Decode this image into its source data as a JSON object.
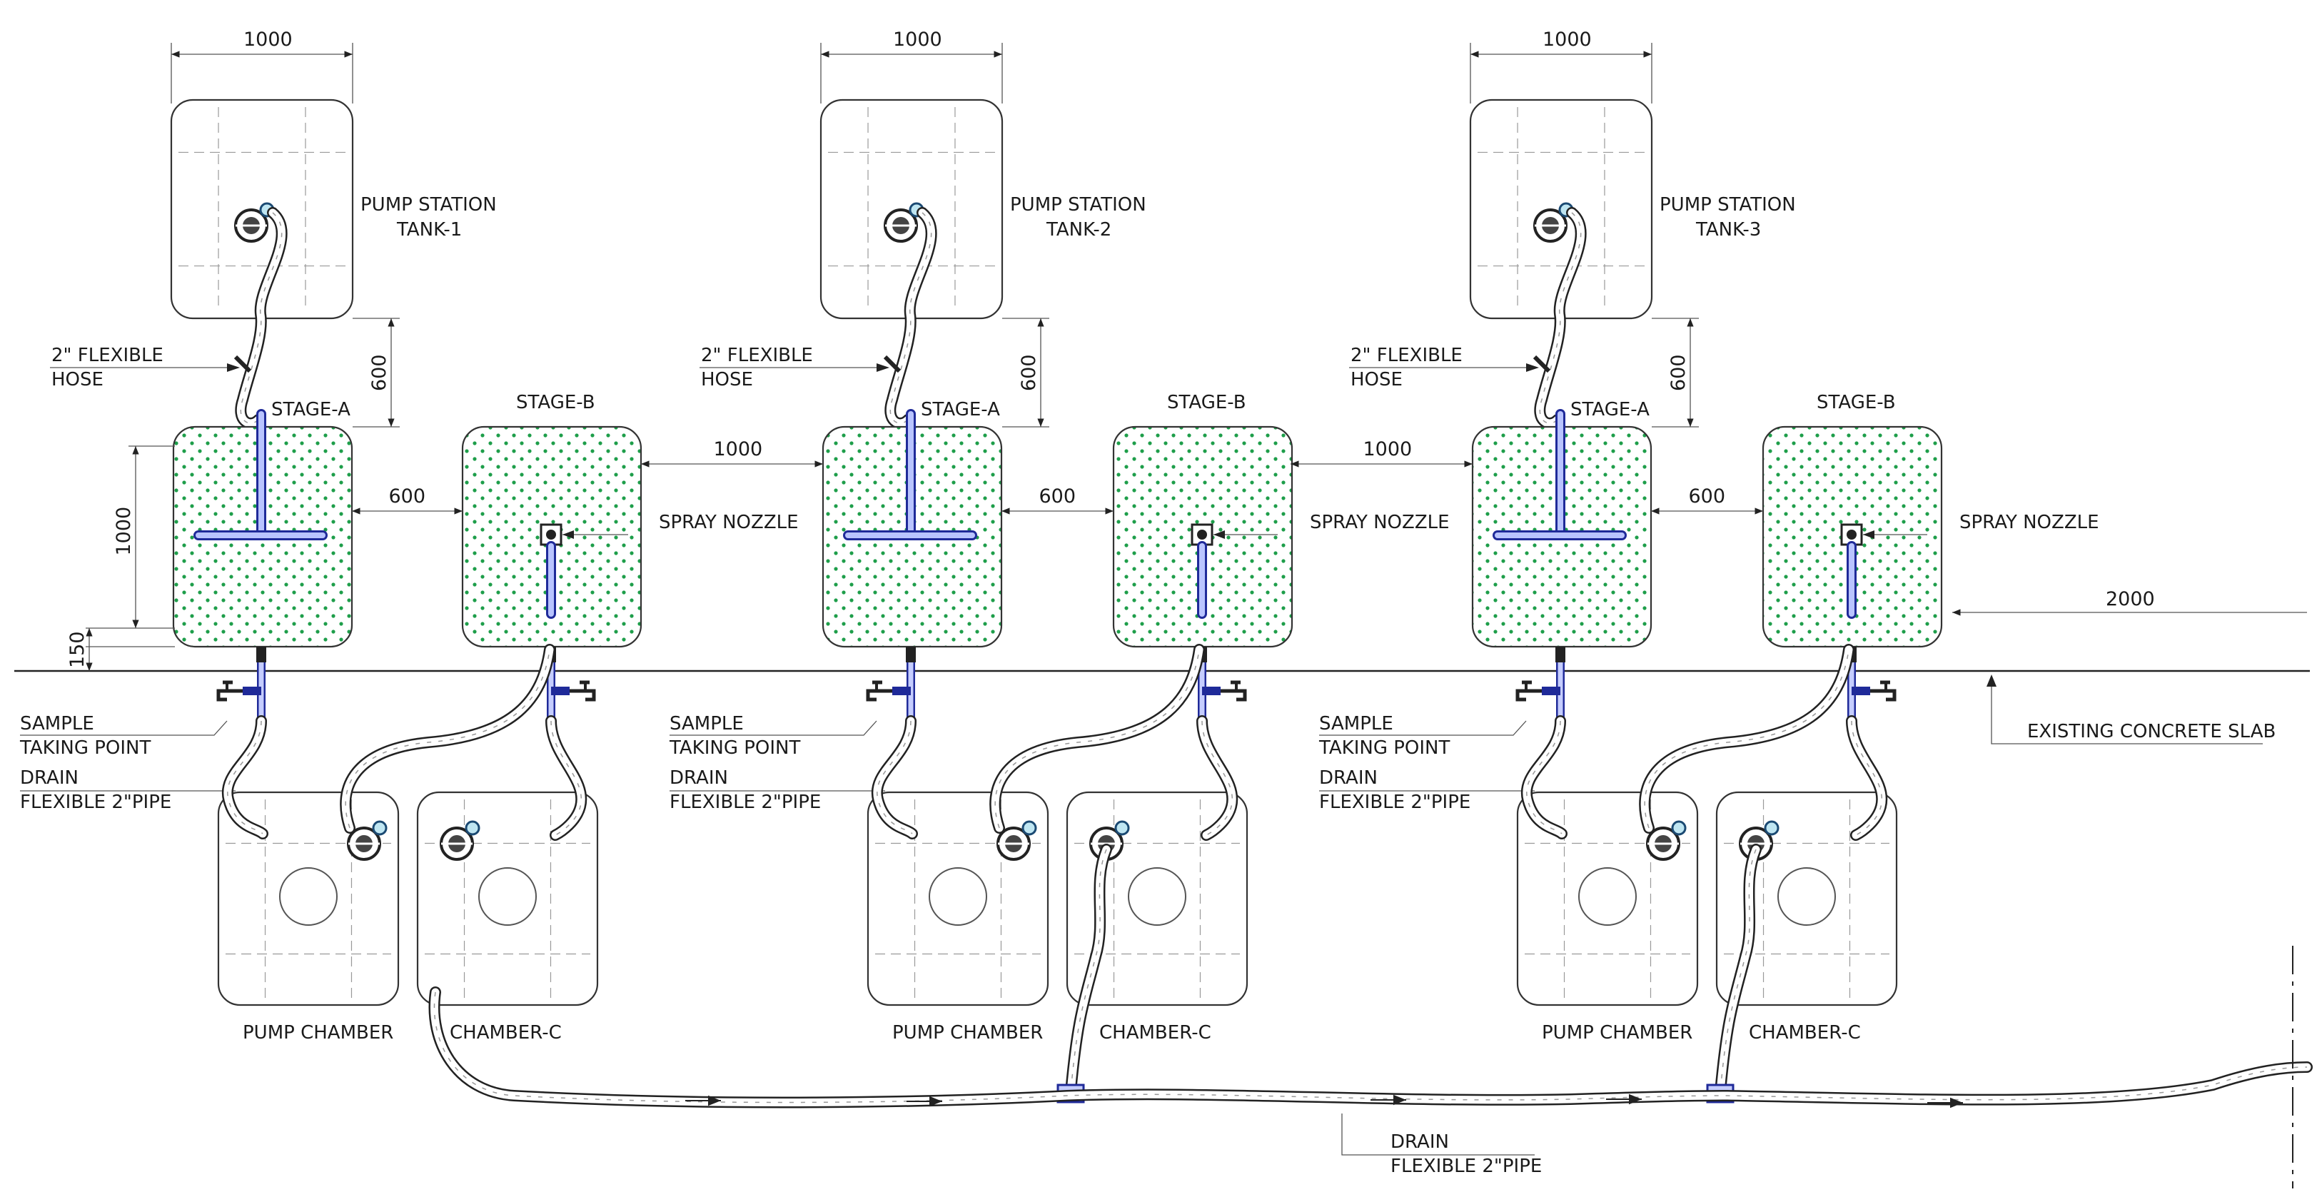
{
  "modules": [
    {
      "dim_width": "1000",
      "pump_station_label": [
        "PUMP STATION",
        "TANK-1"
      ],
      "hose_label": [
        "2\" FLEXIBLE",
        "HOSE"
      ],
      "dim_gap_vertical": "600",
      "stage_a_label": "STAGE-A",
      "stage_b_label": "STAGE-B",
      "dim_stage_gap": "600",
      "dim_stage_height": "1000",
      "dim_base_offset": "150",
      "spray_label": "SPRAY NOZZLE",
      "sample_label": [
        "SAMPLE",
        "TAKING POINT"
      ],
      "drain_label": [
        "DRAIN",
        "FLEXIBLE 2\"PIPE"
      ],
      "pump_chamber_label": "PUMP CHAMBER",
      "chamber_c_label": "CHAMBER-C"
    },
    {
      "dim_width": "1000",
      "pump_station_label": [
        "PUMP STATION",
        "TANK-2"
      ],
      "hose_label": [
        "2\" FLEXIBLE",
        "HOSE"
      ],
      "dim_gap_vertical": "600",
      "stage_a_label": "STAGE-A",
      "stage_b_label": "STAGE-B",
      "dim_stage_gap": "600",
      "dim_between_modules": "1000",
      "spray_label": "SPRAY NOZZLE",
      "sample_label": [
        "SAMPLE",
        "TAKING POINT"
      ],
      "drain_label": [
        "DRAIN",
        "FLEXIBLE 2\"PIPE"
      ],
      "pump_chamber_label": "PUMP CHAMBER",
      "chamber_c_label": "CHAMBER-C"
    },
    {
      "dim_width": "1000",
      "pump_station_label": [
        "PUMP STATION",
        "TANK-3"
      ],
      "hose_label": [
        "2\" FLEXIBLE",
        "HOSE"
      ],
      "dim_gap_vertical": "600",
      "stage_a_label": "STAGE-A",
      "stage_b_label": "STAGE-B",
      "dim_stage_gap": "600",
      "dim_between_modules": "1000",
      "spray_label": "SPRAY NOZZLE",
      "sample_label": [
        "SAMPLE",
        "TAKING POINT"
      ],
      "drain_label": [
        "DRAIN",
        "FLEXIBLE 2\"PIPE"
      ],
      "pump_chamber_label": "PUMP CHAMBER",
      "chamber_c_label": "CHAMBER-C",
      "dim_right": "2000"
    }
  ],
  "slab_label": "EXISTING CONCRETE SLAB",
  "main_drain_label": [
    "DRAIN",
    "FLEXIBLE 2\"PIPE"
  ],
  "colors": {
    "media_dots": "#1e9e4a",
    "pipe_blue": "#1f2a99",
    "pipe_blue_fill": "#b9c4ff",
    "line": "#222222"
  },
  "icons": [
    "valve-icon",
    "faucet-icon",
    "spray-nozzle-icon",
    "pump-icon"
  ]
}
